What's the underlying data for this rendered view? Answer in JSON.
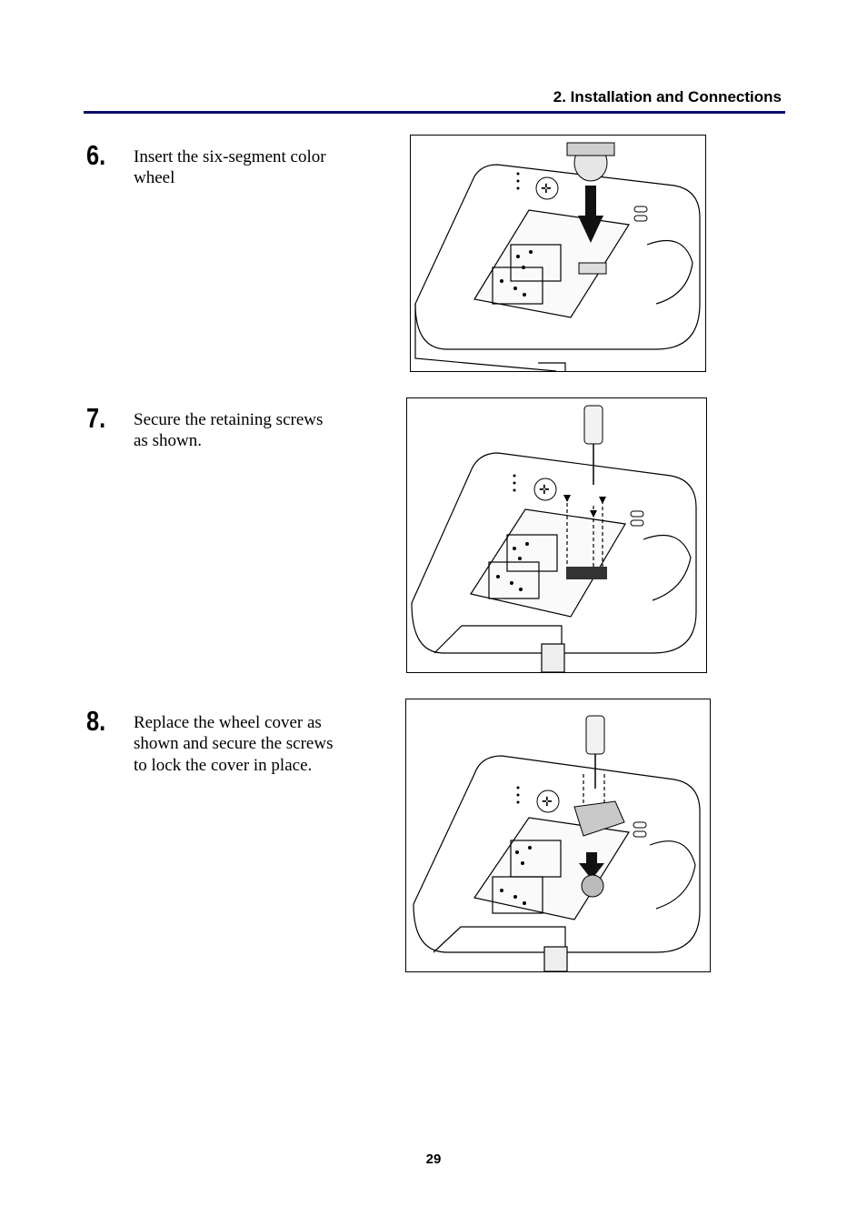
{
  "header": {
    "title": "2. Installation and Connections"
  },
  "steps": [
    {
      "number": "6.",
      "text": "Insert the six-segment color wheel"
    },
    {
      "number": "7.",
      "text": "Secure the retaining screws as shown."
    },
    {
      "number": "8.",
      "text": "Replace the wheel cover as shown and secure the screws to lock the cover in place."
    }
  ],
  "footer": {
    "page_number": "29"
  }
}
